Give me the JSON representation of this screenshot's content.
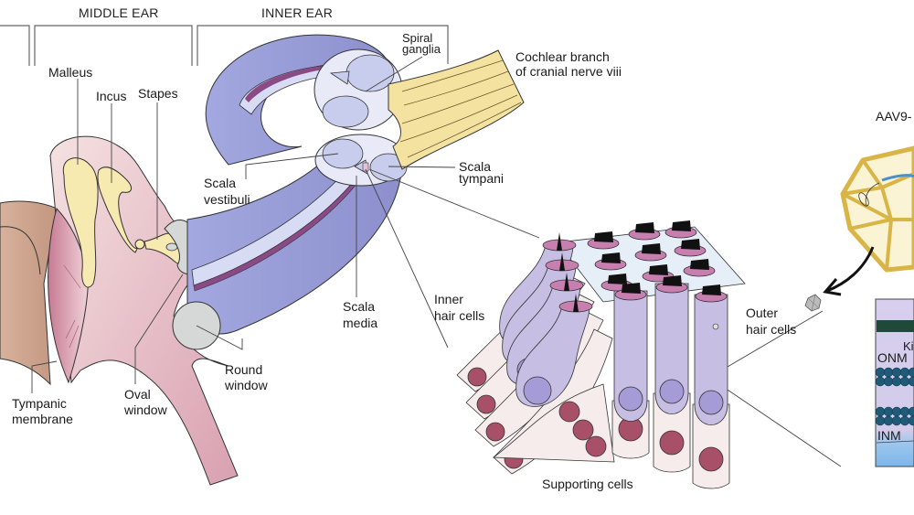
{
  "figure": {
    "sections": {
      "middle_ear": "MIDDLE EAR",
      "inner_ear": "INNER EAR"
    },
    "labels": {
      "malleus": "Malleus",
      "incus": "Incus",
      "stapes": "Stapes",
      "spiral_ganglia_1": "Spiral",
      "spiral_ganglia_2": "ganglia",
      "cochlear_nerve_1": "Cochlear branch",
      "cochlear_nerve_2": "of cranial nerve viii",
      "scala_vestibuli_1": "Scala",
      "scala_vestibuli_2": "vestibuli",
      "scala_tympani_1": "Scala",
      "scala_tympani_2": "tympani",
      "scala_media_1": "Scala",
      "scala_media_2": "media",
      "inner_hair_cells_1": "Inner",
      "inner_hair_cells_2": "hair cells",
      "outer_hair_cells_1": "Outer",
      "outer_hair_cells_2": "hair cells",
      "round_window_1": "Round",
      "round_window_2": "window",
      "oval_window_1": "Oval",
      "oval_window_2": "window",
      "tympanic_membrane_1": "Tympanic",
      "tympanic_membrane_2": "membrane",
      "supporting_cells": "Supporting cells",
      "aav": "AAV9-",
      "onm": "ONM",
      "inm": "INM",
      "ki": "Ki"
    },
    "colors": {
      "cochlea": "#9a9fd8",
      "cochlea_light": "#c9cdee",
      "membrane_stripe": "#8a4a86",
      "bone": "#f6eab0",
      "nerve": "#f4e3a0",
      "middle_ear_tissue": "#f3dcdc",
      "tympanic": "#d98ea6",
      "outer_skin": "#c9a08a",
      "hair_cell": "#c6bfe3",
      "nucleus_hair": "#a59bd6",
      "support_cell": "#f6ecec",
      "nucleus_support": "#a85068",
      "window_gray": "#d6d8d8",
      "capsid": "#e6c45c",
      "capsid_fill": "#fbf4d4",
      "nuclear_panel": "#d8d0ec",
      "nuclear_blue": "#1f5a78"
    }
  }
}
